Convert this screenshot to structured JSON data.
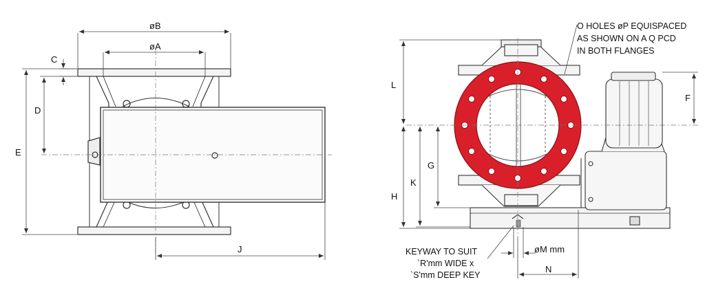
{
  "dimensions": {
    "A": "øA",
    "B": "øB",
    "C": "C",
    "D": "D",
    "E": "E",
    "J": "J",
    "L": "L",
    "F": "F",
    "G": "G",
    "K": "K",
    "H": "H",
    "M": "øM mm",
    "N": "N"
  },
  "notes": {
    "holes": [
      "O HOLES øP EQUISPACED",
      "AS SHOWN ON A Q PCD",
      "IN BOTH FLANGES"
    ],
    "keyway": [
      "KEYWAY TO SUIT",
      "`R'mm WIDE x",
      "`S'mm DEEP KEY"
    ]
  },
  "colors": {
    "flange": "#d9202a",
    "line": "#333333",
    "body_fill": "#f4f4f4",
    "dim_line": "#444444"
  }
}
